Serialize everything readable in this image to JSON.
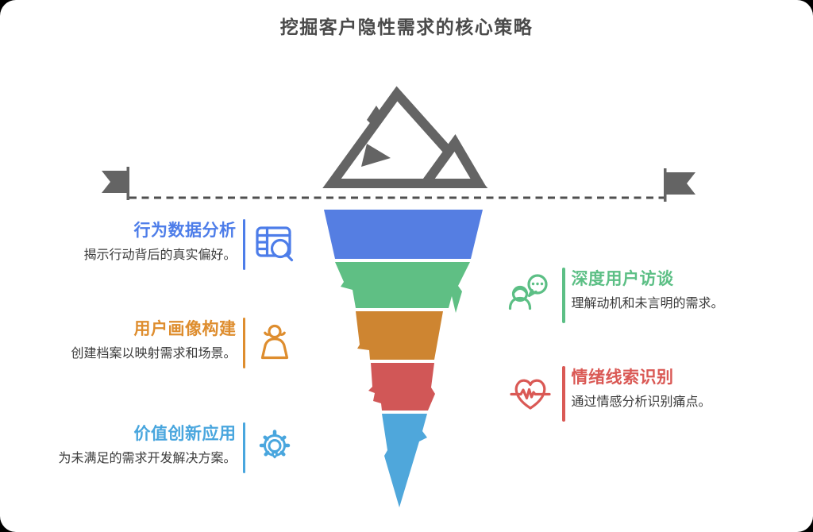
{
  "title": "挖掘客户隐性需求的核心策略",
  "decor": {
    "title_color": "#4a4a4a",
    "mountain_color": "#646464",
    "flag_color": "#646464",
    "line_color": "#4f4f4f"
  },
  "strategies": {
    "left": [
      {
        "title": "行为数据分析",
        "description": "揭示行动背后的真实偏好。",
        "color": "#4d7de9",
        "icon": "table-search-icon"
      },
      {
        "title": "用户画像构建",
        "description": "创建档案以映射需求和场景。",
        "color": "#de8d2e",
        "icon": "user-persona-icon"
      },
      {
        "title": "价值创新应用",
        "description": "为未满足的需求开发解决方案。",
        "color": "#49a6de",
        "icon": "gear-lightbulb-icon"
      }
    ],
    "right": [
      {
        "title": "深度用户访谈",
        "description": "理解动机和未言明的需求。",
        "color": "#5cbf85",
        "icon": "user-chat-icon"
      },
      {
        "title": "情绪线索识别",
        "description": "通过情感分析识别痛点。",
        "color": "#da5955",
        "icon": "heart-pulse-icon"
      }
    ]
  },
  "funnel": {
    "segments": [
      {
        "color": "#557ee2"
      },
      {
        "color": "#5fbf84"
      },
      {
        "color": "#ce8531"
      },
      {
        "color": "#d15757"
      },
      {
        "color": "#4fa7db"
      }
    ]
  }
}
